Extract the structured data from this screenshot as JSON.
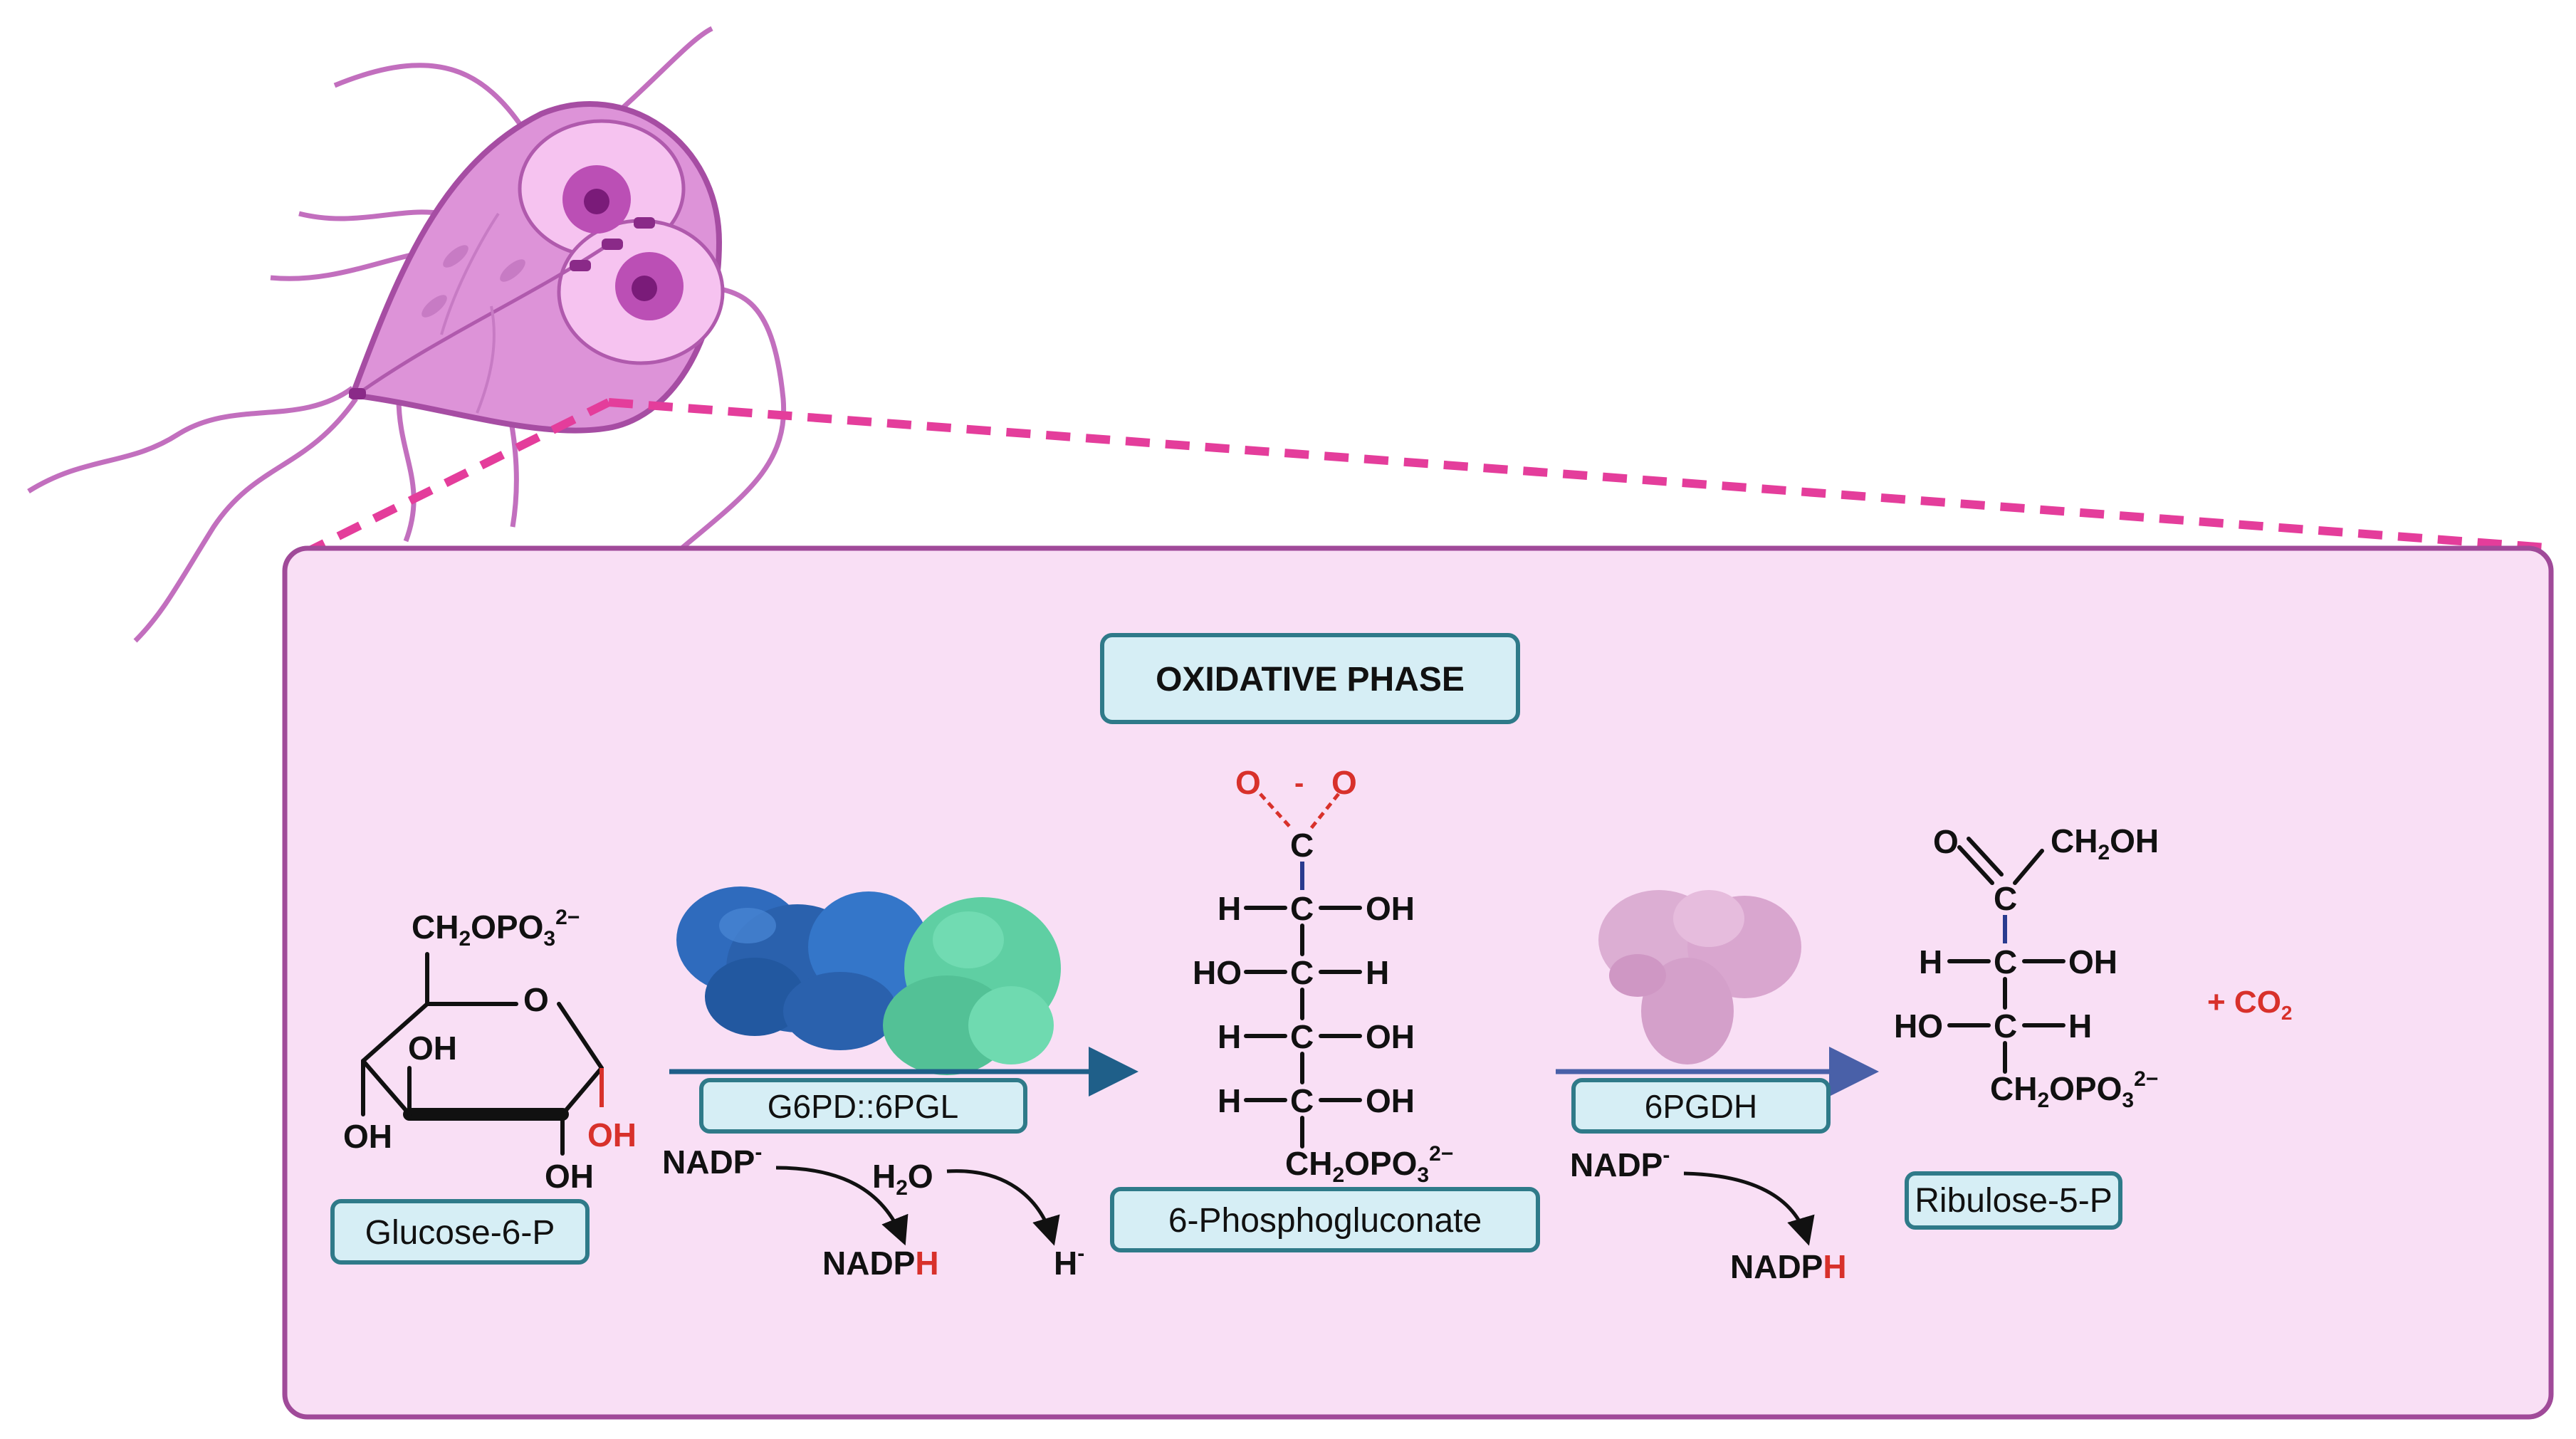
{
  "phase_title": "OXIDATIVE PHASE",
  "colors": {
    "panel_fill": "#f9dff5",
    "panel_border": "#a04a99",
    "label_fill": "#d6eef5",
    "label_border": "#2f7a89",
    "zoom_line": "#e43d9b",
    "highlight_red": "#d8312b",
    "arrow_blue": "#1f5f89",
    "arrow_indigo": "#4960a8",
    "cell_pink": "#d990d4"
  },
  "icons": [
    "giardia-cell-icon",
    "g6pd-6pgl-protein-icon",
    "6pgdh-protein-icon"
  ],
  "molecules": {
    "glucose6p": {
      "label": "Glucose-6-P",
      "ch2opo3": "CH",
      "sub2": "2",
      "opo": "OPO",
      "sub3": "3",
      "sup": "2−",
      "ring_o": "O",
      "oh_inner": "OH",
      "oh_left": "OH",
      "oh_bottom": "OH",
      "oh_red": "OH"
    },
    "phosphogluconate": {
      "label": "6-Phosphogluconate",
      "o_left": "O",
      "o_right": "O",
      "minus": "-",
      "c_top": "C",
      "rows": [
        {
          "left": "H",
          "center": "C",
          "right": "OH"
        },
        {
          "left": "HO",
          "center": "C",
          "right": "H"
        },
        {
          "left": "H",
          "center": "C",
          "right": "OH"
        },
        {
          "left": "H",
          "center": "C",
          "right": "OH"
        }
      ],
      "bottom": "CH",
      "sub2": "2",
      "opo": "OPO",
      "sub3": "3",
      "sup": "2−"
    },
    "ribulose5p": {
      "label": "Ribulose-5-P",
      "o_top": "O",
      "ch2oh": "CH",
      "sub2": "2",
      "oh": "OH",
      "c_top": "C",
      "rows": [
        {
          "left": "H",
          "center": "C",
          "right": "OH"
        },
        {
          "left": "HO",
          "center": "C",
          "right": "H"
        }
      ],
      "bottom": "CH",
      "sub2b": "2",
      "opo": "OPO",
      "sub3": "3",
      "sup": "2−"
    }
  },
  "enzymes": {
    "g6pd_6pgl": "G6PD::6PGL",
    "pgdh": "6PGDH"
  },
  "cofactors": {
    "nadp_1": "NADP",
    "nadp_1_sup": "-",
    "nadph_1": "NADP",
    "nadph_1_h": "H",
    "h2o": "H",
    "h2o_sub": "2",
    "h2o_o": "O",
    "h_minus": "H",
    "h_minus_sup": "-",
    "nadp_2": "NADP",
    "nadp_2_sup": "-",
    "nadph_2": "NADP",
    "nadph_2_h": "H"
  },
  "co2": {
    "plus": "+ CO",
    "sub": "2"
  }
}
